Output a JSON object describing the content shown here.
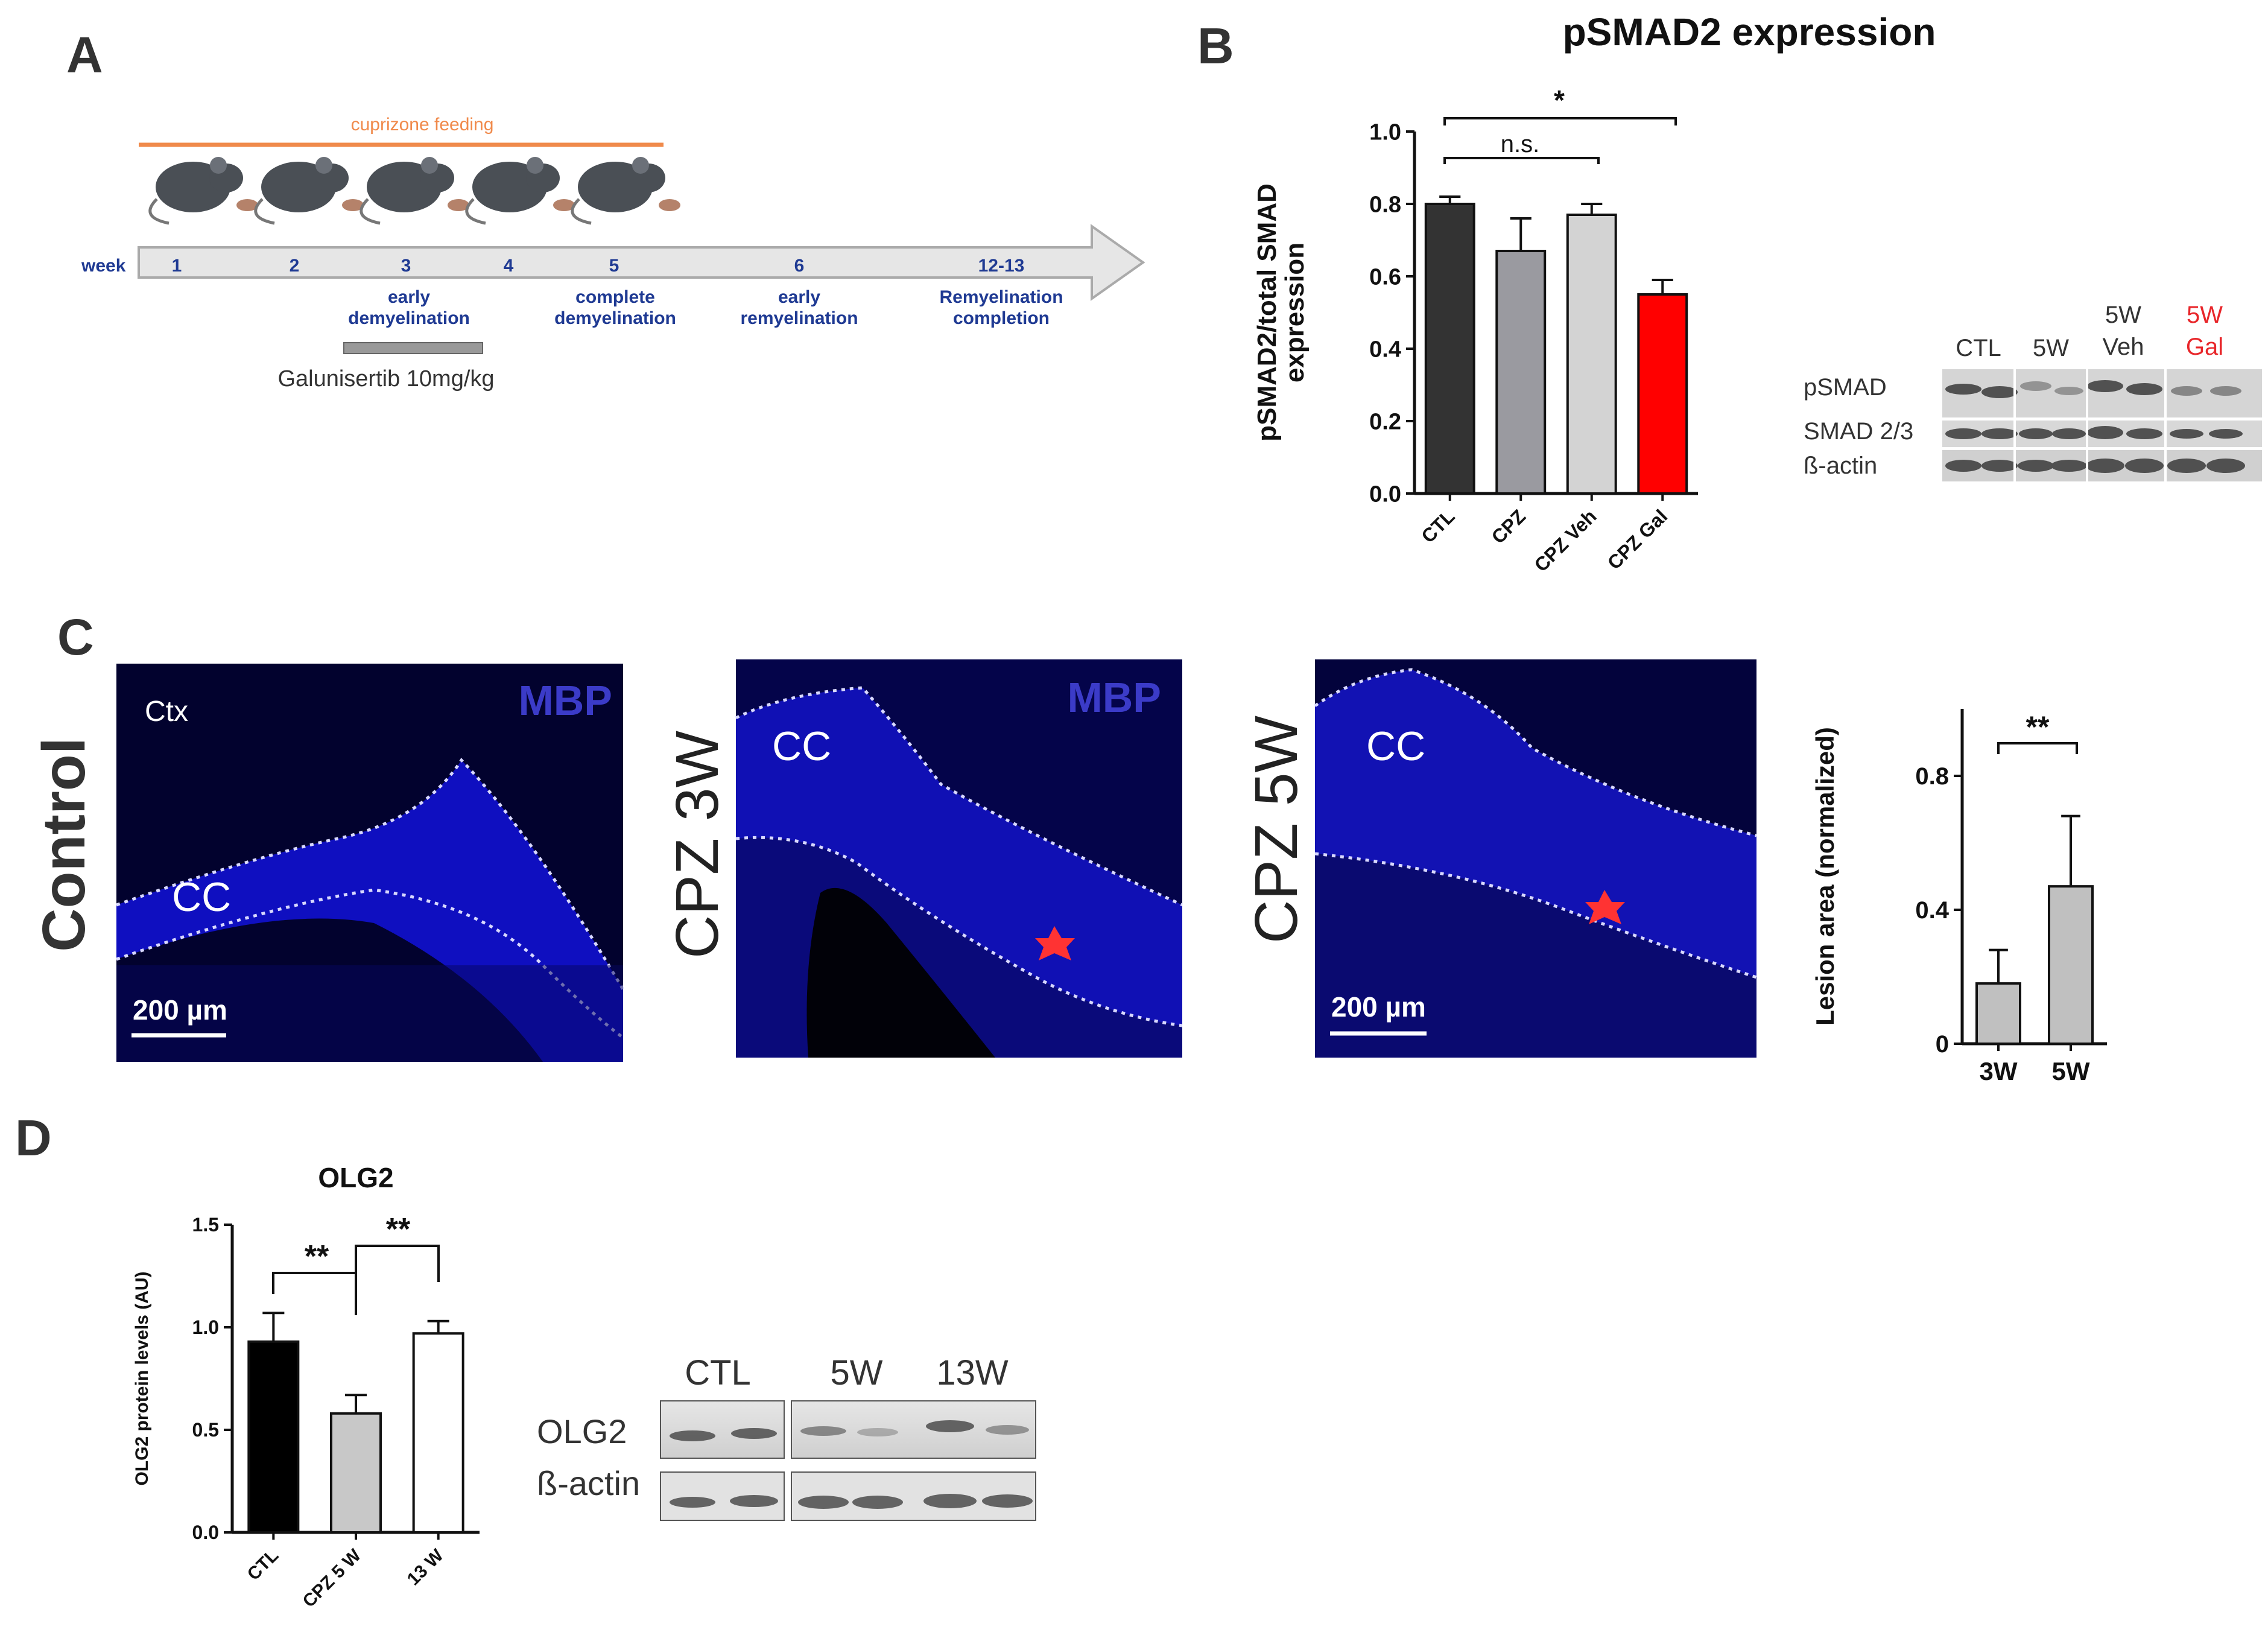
{
  "panels": {
    "A": "A",
    "B": "B",
    "C": "C",
    "D": "D"
  },
  "timeline": {
    "feeding_label": "cuprizone feeding",
    "week_label": "week",
    "weeks": [
      "1",
      "2",
      "3",
      "4",
      "5",
      "6",
      "12-13"
    ],
    "stages": [
      {
        "line1": "early",
        "line2": "demyelination"
      },
      {
        "line1": "complete",
        "line2": "demyelination"
      },
      {
        "line1": "early",
        "line2": "remyelination"
      },
      {
        "line1": "Remyelination",
        "line2": "completion"
      }
    ],
    "treatment_label": "Galunisertib 10mg/kg",
    "colors": {
      "feeding": "#f08a4b",
      "week_text": "#1f3a93",
      "treatment_bar": "#999999"
    }
  },
  "panelB": {
    "title": "pSMAD2 expression",
    "blot_lanes": [
      "CTL",
      "5W",
      "5W",
      "5W"
    ],
    "blot_lane_sub": [
      "",
      "",
      "Veh",
      "Gal"
    ],
    "blot_rows": [
      "pSMAD",
      "SMAD 2/3",
      "ß-actin"
    ],
    "sig_labels": [
      "*",
      "n.s."
    ]
  },
  "panelC": {
    "row_labels": [
      "Control",
      "CPZ 3W",
      "CPZ 5W"
    ],
    "stain_label": "MBP",
    "ctx_label": "Ctx",
    "cc_label": "CC",
    "scale_label": "200 µm",
    "sig_label": "**"
  },
  "panelD": {
    "blot_lanes": [
      "CTL",
      "5W",
      "13W"
    ],
    "blot_rows": [
      "OLG2",
      "ß-actin"
    ],
    "sig_labels": [
      "**",
      "**"
    ]
  },
  "chart_data": [
    {
      "type": "bar",
      "id": "pSMAD2",
      "title": "pSMAD2 expression",
      "ylabel": "pSMAD2/total SMAD expression",
      "categories": [
        "CTL",
        "CPZ",
        "CPZ Veh",
        "CPZ Gal"
      ],
      "values": [
        0.8,
        0.67,
        0.77,
        0.55
      ],
      "errors": [
        0.02,
        0.09,
        0.03,
        0.04
      ],
      "colors": [
        "#333333",
        "#9a9aa0",
        "#d3d3d3",
        "#ff0000"
      ],
      "ylim": [
        0,
        1.0
      ],
      "yticks": [
        "0.0",
        "0.2",
        "0.4",
        "0.6",
        "0.8",
        "1.0"
      ]
    },
    {
      "type": "bar",
      "id": "lesion",
      "ylabel": "Lesion area (normalized)",
      "categories": [
        "3W",
        "5W"
      ],
      "values": [
        0.18,
        0.47
      ],
      "errors": [
        0.1,
        0.21
      ],
      "colors": [
        "#c0c0c0",
        "#c0c0c0"
      ],
      "ylim": [
        0,
        1.0
      ],
      "yticks": [
        "0",
        "0.4",
        "0.8"
      ]
    },
    {
      "type": "bar",
      "id": "olg2",
      "title": "OLG2",
      "ylabel": "OLG2 protein levels (AU)",
      "categories": [
        "CTL",
        "CPZ 5 W",
        "13 W"
      ],
      "values": [
        0.93,
        0.58,
        0.97
      ],
      "errors": [
        0.14,
        0.09,
        0.06
      ],
      "colors": [
        "#000000",
        "#c8c8c8",
        "#ffffff"
      ],
      "ylim": [
        0,
        1.5
      ],
      "yticks": [
        "0.0",
        "0.5",
        "1.0",
        "1.5"
      ]
    }
  ]
}
